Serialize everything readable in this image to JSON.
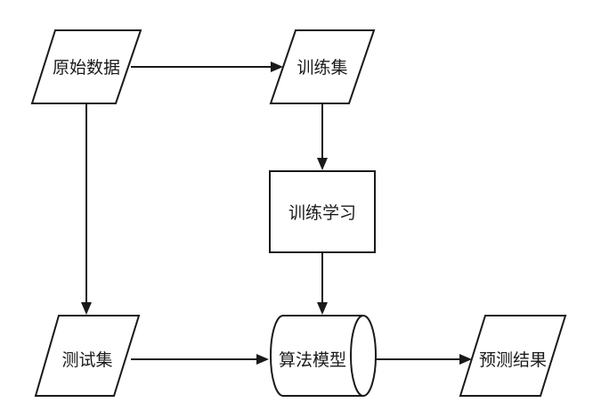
{
  "diagram": {
    "nodes": {
      "raw_data": {
        "label": "原始数据",
        "shape": "parallelogram"
      },
      "train_set": {
        "label": "训练集",
        "shape": "parallelogram"
      },
      "train_learn": {
        "label": "训练学习",
        "shape": "rectangle"
      },
      "test_set": {
        "label": "测试集",
        "shape": "parallelogram"
      },
      "algo_model": {
        "label": "算法模型",
        "shape": "cylinder"
      },
      "predict_result": {
        "label": "预测结果",
        "shape": "parallelogram"
      }
    },
    "edges": [
      {
        "from": "raw_data",
        "to": "train_set"
      },
      {
        "from": "train_set",
        "to": "train_learn"
      },
      {
        "from": "train_learn",
        "to": "algo_model"
      },
      {
        "from": "raw_data",
        "to": "test_set"
      },
      {
        "from": "test_set",
        "to": "algo_model"
      },
      {
        "from": "algo_model",
        "to": "predict_result"
      }
    ],
    "colors": {
      "stroke": "#1a1a1a",
      "fill": "#ffffff",
      "text": "#1a1a1a"
    }
  }
}
